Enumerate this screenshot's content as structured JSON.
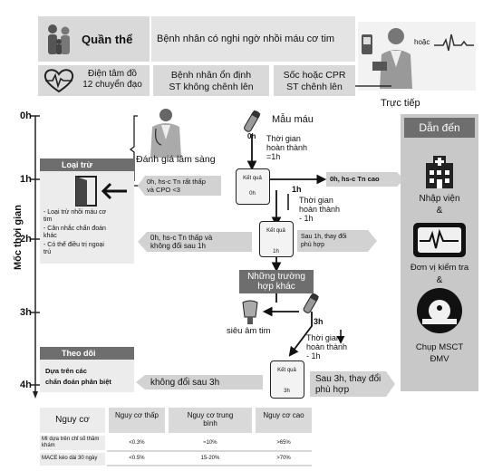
{
  "header": {
    "group_label": "Quần thể",
    "suspicion": "Bệnh nhân có nghi ngờ nhồi máu cơ tim",
    "ecg_label_line1": "Điện tâm đồ",
    "ecg_label_line2": "12 chuyển đạo",
    "stable_line1": "Bệnh nhân ổn định",
    "stable_line2": "ST không chênh lên",
    "shock_line1": "Sốc hoặc CPR",
    "shock_line2": "ST chênh lên",
    "or_label": "hoặc",
    "direct_label": "Trực tiếp"
  },
  "timeline": {
    "axis_label": "Mốc thời gian",
    "hours": [
      "0h",
      "1h",
      "2h",
      "3h",
      "4h"
    ]
  },
  "flow": {
    "clinical_eval": "Đánh giá lâm sàng",
    "blood_sample": "Mẫu máu",
    "t0": "0h",
    "time_done_line1": "Thời gian",
    "time_done_line2": "hoàn thành",
    "time_done_line3": "=1h",
    "result_label": "Kết quả",
    "result_0h": "0h",
    "very_low_line1": "0h, hs-c Tn rất thấp",
    "very_low_line2": "và CPO <3",
    "high_label": "0h, hs-c Tn cao",
    "t1": "1h",
    "time_done_1h_line3": "- 1h",
    "result_1h": "1h",
    "low_line1": "0h, hs-c Tn thấp và",
    "low_line2": "không đổi sau 1h",
    "change_line1": "Sau 1h, thay đổi",
    "change_line2": "phù hợp",
    "other_line1": "Những trường",
    "other_line2": "hợp khác",
    "echo_label": "siêu âm tim",
    "t3": "3h",
    "time_done_3h_line3": "- 1h",
    "result_3h": "3h",
    "nochange_3h": "không đổi sau 3h",
    "change_3h_line1": "Sau 3h, thay đổi",
    "change_3h_line2": "phù hợp"
  },
  "left_panel": {
    "rule_out": "Loại trừ",
    "items": [
      "- Loại trừ nhồi máu cơ",
      "tim",
      "- Cân nhắc chẩn đoán",
      "khác",
      "- Có thể điều trị ngoại",
      "trú"
    ],
    "follow_up": "Theo dõi",
    "follow_line1": "Dựa trên các",
    "follow_line2": "chẩn đoán phân biệt"
  },
  "right_panel": {
    "title": "Dẫn đến",
    "admit": "Nhập viện",
    "amp1": "&",
    "monitor_line1": "Đơn vị kiểm tra",
    "amp2": "&",
    "ct_line1": "Chụp MSCT",
    "ct_line2": "ĐMV"
  },
  "risk_table": {
    "header": [
      "Nguy cơ",
      "Nguy cơ thấp",
      "Nguy cơ trung bình",
      "Nguy cơ cao"
    ],
    "rows": [
      [
        "MI dựa trên chỉ số thăm khám",
        "<0.3%",
        "≈10%",
        ">65%"
      ],
      [
        "MACE kéo dài 30 ngày",
        "<0.5%",
        "15-20%",
        ">70%"
      ]
    ]
  },
  "colors": {
    "box": "#d9d9d9",
    "dark": "#6e6e6e",
    "arrow": "#111111",
    "panel": "#c8c8c8"
  }
}
